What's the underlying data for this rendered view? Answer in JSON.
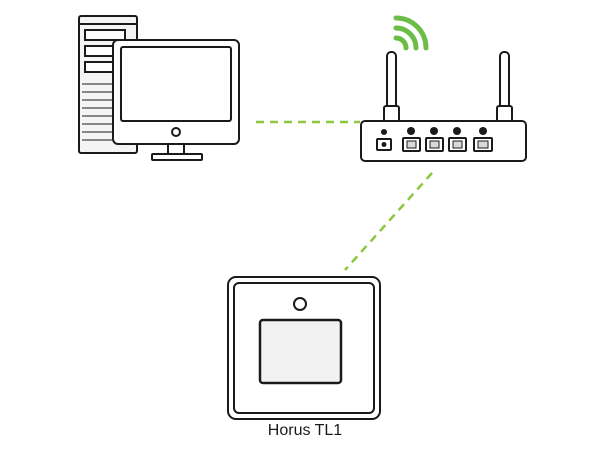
{
  "devices": {
    "computer": {
      "icon": "desktop-computer-icon"
    },
    "router": {
      "icon": "wifi-router-icon"
    },
    "terminal": {
      "icon": "access-terminal-icon",
      "label": "Horus TL1"
    }
  },
  "connections": [
    {
      "from": "computer",
      "to": "router",
      "style": "dashed",
      "color": "#8dc63f"
    },
    {
      "from": "router",
      "to": "terminal",
      "style": "dashed",
      "color": "#8dc63f"
    }
  ],
  "colors": {
    "link": "#8dc63f",
    "wifi": "#6cbd45",
    "outline": "#1a1a1a",
    "screen": "#f2f2f2"
  }
}
